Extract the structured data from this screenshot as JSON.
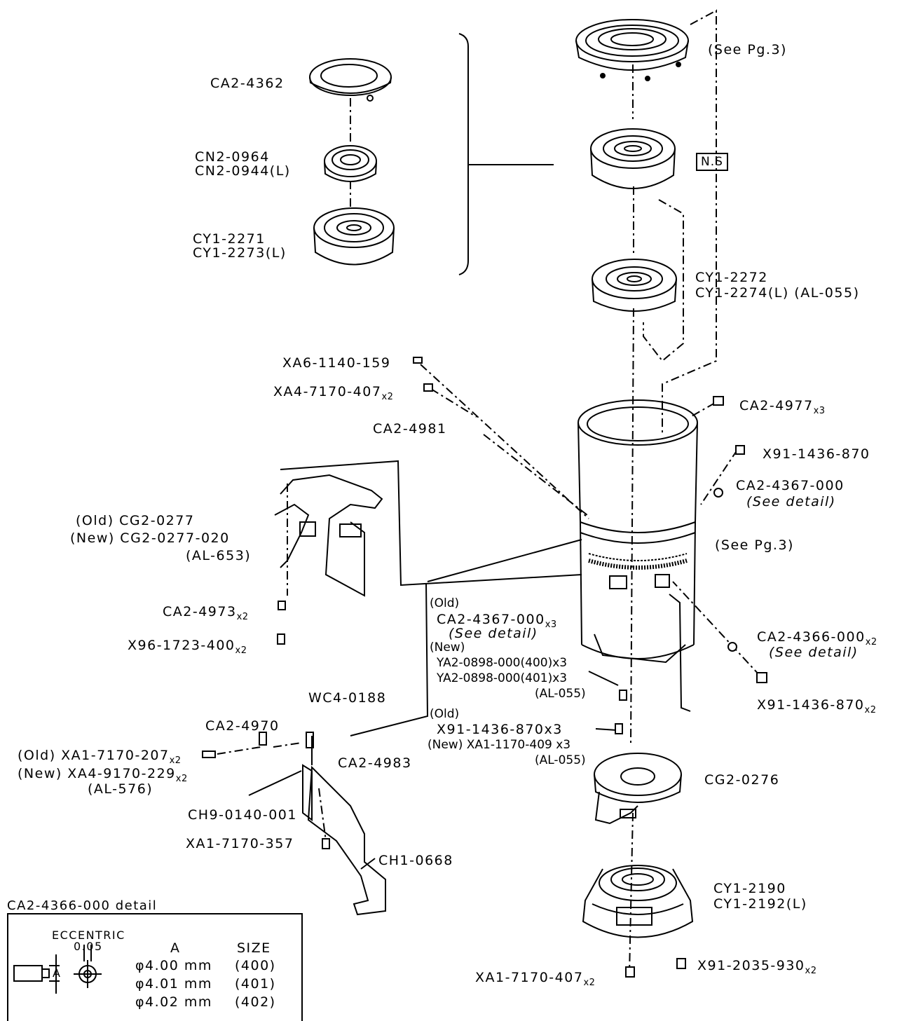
{
  "labels": {
    "see_pg3_top": "(See Pg.3)",
    "ns": "N.S",
    "ca2_4362": "CA2-4362",
    "cn2_0964": "CN2-0964",
    "cn2_0944l": "CN2-0944(L)",
    "cy1_2271": "CY1-2271",
    "cy1_2273l": "CY1-2273(L)",
    "cy1_2272": "CY1-2272",
    "cy1_2274l": "CY1-2274(L) (AL-055)",
    "xa6_1140_159": "XA6-1140-159",
    "xa4_7170_407": "XA4-7170-407",
    "x2": "x2",
    "x3": "x3",
    "ca2_4981": "CA2-4981",
    "ca2_4977": "CA2-4977",
    "x91_1436_870": "X91-1436-870",
    "ca2_4367_000": "CA2-4367-000",
    "see_detail": "(See detail)",
    "old_cg2_0277": "(Old) CG2-0277",
    "new_cg2_0277_020": "(New) CG2-0277-020",
    "al_653": "(AL-653)",
    "see_pg3_mid": "(See Pg.3)",
    "old": "(Old)",
    "new": "(New)",
    "ca2_4367_000x3": "CA2-4367-000",
    "ya2_400": "YA2-0898-000(400)x3",
    "ya2_401": "YA2-0898-000(401)x3",
    "al_055": "(AL-055)",
    "ca2_4973": "CA2-4973",
    "x96_1723_400": "X96-1723-400",
    "ca2_4366_000": "CA2-4366-000",
    "x91_1436_870x2": "X91-1436-870",
    "wc4_0188": "WC4-0188",
    "ca2_4970": "CA2-4970",
    "x91_1436_870x3": "X91-1436-870x3",
    "new_xa1_1170_409": "(New) XA1-1170-409 x3",
    "old_xa1_7170_207": "(Old) XA1-7170-207",
    "new_xa4_9170_229": "(New) XA4-9170-229",
    "al_576": "(AL-576)",
    "ca2_4983": "CA2-4983",
    "cg2_0276": "CG2-0276",
    "ch9_0140_001": "CH9-0140-001",
    "xa1_7170_357": "XA1-7170-357",
    "ch1_0668": "CH1-0668",
    "cy1_2190": "CY1-2190",
    "cy1_2192l": "CY1-2192(L)",
    "x91_2035_930": "X91-2035-930",
    "xa1_7170_407": "XA1-7170-407"
  },
  "detail": {
    "title": "CA2-4366-000  detail",
    "eccentric": "ECCENTRIC",
    "ecc_value": "0.05",
    "col_a": "A",
    "col_size": "SIZE",
    "dim_label": "A",
    "rows": [
      {
        "a": "φ4.00 mm",
        "size": "(400)"
      },
      {
        "a": "φ4.01 mm",
        "size": "(401)"
      },
      {
        "a": "φ4.02 mm",
        "size": "(402)"
      }
    ]
  }
}
